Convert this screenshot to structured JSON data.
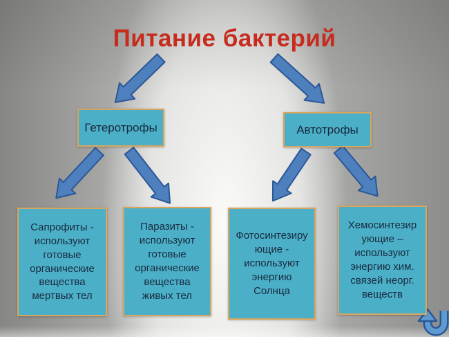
{
  "slide": {
    "title": "Питание бактерий",
    "level2": [
      {
        "label": "Гетеротрофы"
      },
      {
        "label": "Автотрофы"
      }
    ],
    "level3": [
      {
        "text": "Сапрофиты -\nиспользуют\nготовые\nорганические\nвещества\nмертвых тел"
      },
      {
        "text": "Паразиты -\nиспользуют\nготовые\nорганические\nвещества\nживых тел"
      },
      {
        "text": "Фотосинтезиру\nющие -\nиспользуют\nэнергию\nСолнца"
      },
      {
        "text": "Хемосинтезир\nующие –\nиспользуют\nэнергию хим.\nсвязей неорг.\nвеществ"
      }
    ],
    "icons": {
      "branch_arrow": "diagonal-block-arrow",
      "corner_decoration": "u-turn-arrow"
    },
    "colors": {
      "title_text": "#c62b1e",
      "box_fill": "#4bb0c7",
      "box_border": "#d9a55f",
      "box_text": "#18293f",
      "arrow_fill": "#4d80bd",
      "arrow_outline": "#2b5796",
      "background_center": "#f0f0ee",
      "background_edge": "#8a8a88"
    }
  }
}
